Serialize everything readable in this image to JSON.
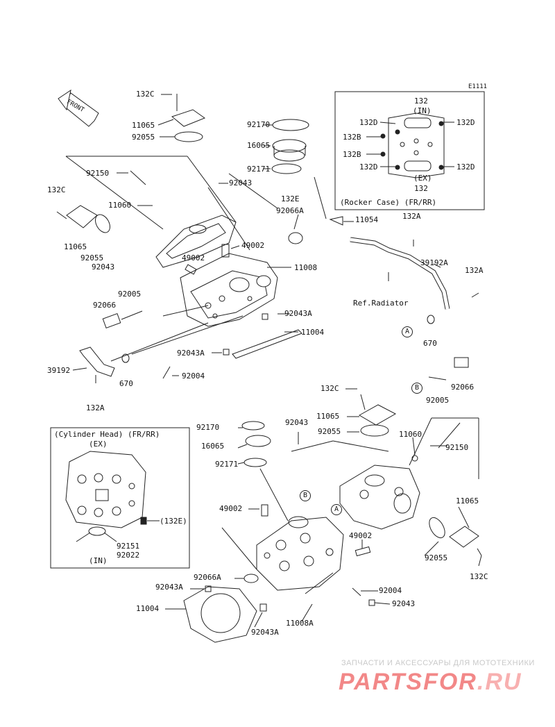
{
  "diagram_code": "E1111",
  "front_label": "FRONT",
  "insets": {
    "rocker": {
      "title": "(Rocker Case) (FR/RR)",
      "in_label": "(IN)",
      "ex_label": "(EX)",
      "labels": {
        "top": "132",
        "bottom": "132",
        "tl": "132D",
        "tr": "132D",
        "b1": "132B",
        "b2": "132B",
        "bl": "132D",
        "br": "132D"
      }
    },
    "cylinder": {
      "title": "(Cylinder Head) (FR/RR)",
      "ex_label": "(EX)",
      "in_label": "(IN)",
      "labels": {
        "p1": "(132E)",
        "p2": "92151",
        "p3": "92022"
      }
    }
  },
  "callouts": {
    "a": "A",
    "b": "B"
  },
  "ref_label": "Ref.Radiator",
  "parts_upper": {
    "l132c_top": "132C",
    "l11065_top": "11065",
    "l92055_top": "92055",
    "l92170": "92170",
    "l16065": "16065",
    "l92171": "92171",
    "l92043_u1": "92043",
    "l92150": "92150",
    "l132c_left": "132C",
    "l11060": "11060",
    "l11065_left": "11065",
    "l92055_left": "92055",
    "l92043_left": "92043",
    "l132e": "132E",
    "l92066a": "92066A",
    "l11054": "11054",
    "l49002_u1": "49002",
    "l49002_u2": "49002",
    "l11008": "11008",
    "l92005": "92005",
    "l92066": "92066",
    "l92043a_1": "92043A",
    "l11004": "11004",
    "l92043a_2": "92043A",
    "l92004": "92004",
    "l39192": "39192",
    "l670": "670",
    "l132a": "132A",
    "l132a_r1": "132A",
    "l39192a": "39192A",
    "l132a_r2": "132A",
    "l670_r": "670"
  },
  "parts_lower": {
    "l132c_mid": "132C",
    "l11065_mid": "11065",
    "l92055_mid": "92055",
    "l92066_mid": "92066",
    "l92005_mid": "92005",
    "l92170_mid": "92170",
    "l92043_mid": "92043",
    "l16065_mid": "16065",
    "l92171_mid": "92171",
    "l11060_mid": "11060",
    "l92150_mid": "92150",
    "l49002_l1": "49002",
    "l49002_l2": "49002",
    "l11065_r": "11065",
    "l92055_r": "92055",
    "l132c_r": "132C",
    "l92066a_l": "92066A",
    "l92043a_l1": "92043A",
    "l11004_l": "11004",
    "l92043a_l2": "92043A",
    "l11008a": "11008A",
    "l92004_l": "92004",
    "l92043_l": "92043"
  },
  "watermark": {
    "tagline": "ЗАПЧАСТИ И АКСЕССУАРЫ ДЛЯ МОТОТЕХНИКИ",
    "brand": "PARTSFOR",
    "domain": ".RU"
  }
}
